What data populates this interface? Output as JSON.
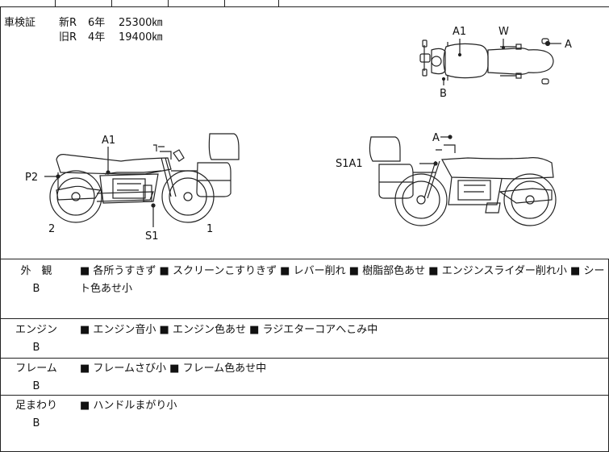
{
  "inspection": {
    "label": "車検証",
    "rows": [
      {
        "class": "新R",
        "years": "6年",
        "distance": "25300㎞"
      },
      {
        "class": "旧R",
        "years": "4年",
        "distance": "19400㎞"
      }
    ]
  },
  "diagram_labels": {
    "top": {
      "a1": "A1",
      "w": "W",
      "a": "A",
      "b": "B"
    },
    "left": {
      "a1": "A1",
      "p2": "P2",
      "two": "2",
      "s1": "S1",
      "one": "1"
    },
    "right": {
      "a": "A",
      "s1a1": "S1A1"
    }
  },
  "conditions": [
    {
      "category": "外　観",
      "grade": "B",
      "notes": "■ 各所うすきず ■ スクリーンこすりきず ■ レバー削れ ■ 樹脂部色あせ ■ エンジンスライダー削れ小 ■ シート色あせ小"
    },
    {
      "category": "エンジン",
      "grade": "B",
      "notes": "■ エンジン音小 ■ エンジン色あせ ■ ラジエターコアへこみ中"
    },
    {
      "category": "フレーム",
      "grade": "B",
      "notes": "■ フレームさび小 ■ フレーム色あせ中"
    },
    {
      "category": "足まわり",
      "grade": "B",
      "notes": "■ ハンドルまがり小"
    }
  ]
}
